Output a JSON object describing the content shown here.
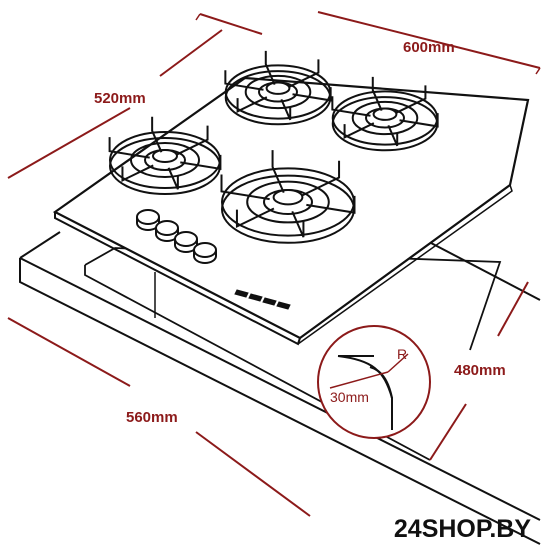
{
  "dimensions": {
    "cooktop_width": "600mm",
    "cooktop_depth": "520mm",
    "cutout_width": "560mm",
    "cutout_depth": "480mm",
    "corner_radius_label": "R",
    "corner_radius_value": "30mm"
  },
  "watermark": "24SHOP.BY",
  "colors": {
    "dimension": "#8c1a1a",
    "outline": "#111111",
    "background": "#ffffff"
  },
  "parts": {
    "burners": 4,
    "control_knobs": 4,
    "indicator_segments": 4
  }
}
